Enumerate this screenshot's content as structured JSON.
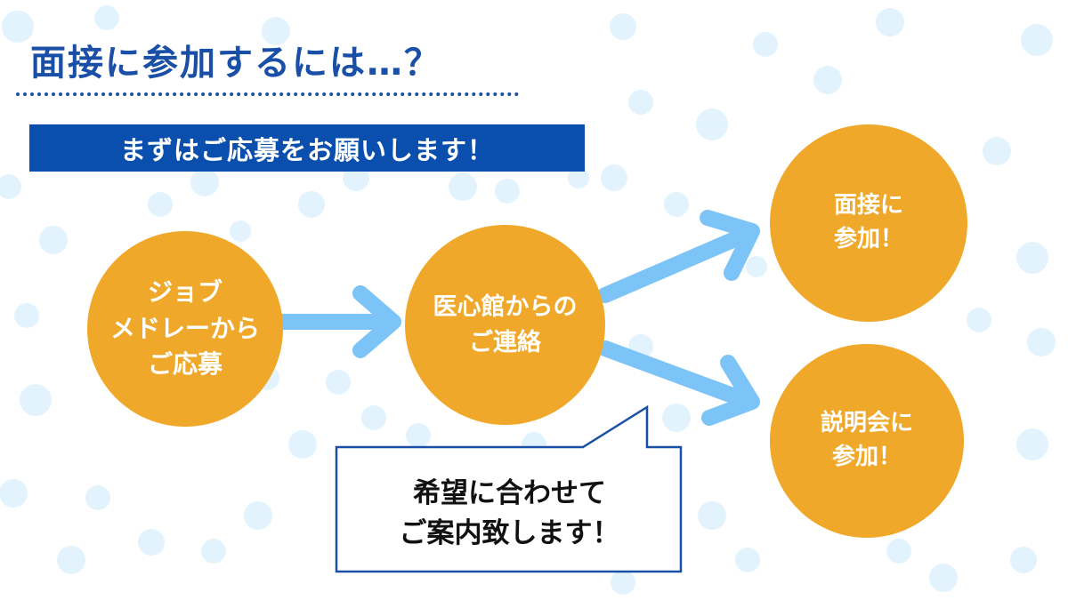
{
  "title": "面接に参加するには…？",
  "banner": "まずはご応募をお願いします！",
  "steps": [
    {
      "label": "ジョブ\nメドレーから\nご応募"
    },
    {
      "label": "医心館からの\nご連絡"
    },
    {
      "label": "面接に\n参加！"
    },
    {
      "label": "説明会に\n参加！"
    }
  ],
  "callout": "希望に合わせて\nご案内致します！",
  "colors": {
    "primary": "#0b4fae",
    "circle": "#f0a82a",
    "arrow": "#7cc4f8",
    "dot": "#e3f3fd"
  }
}
